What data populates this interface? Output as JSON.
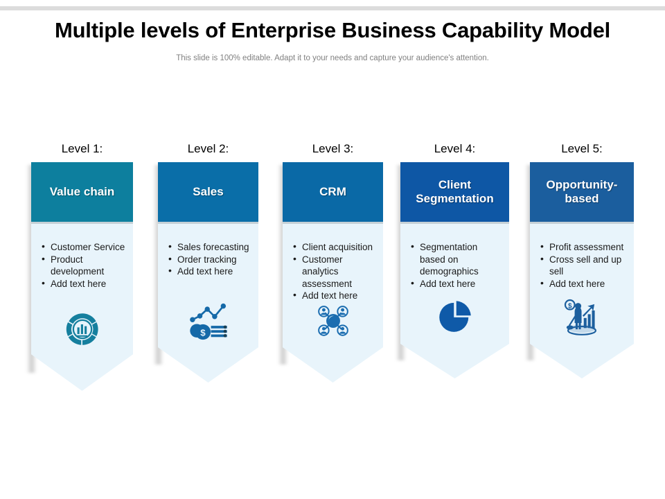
{
  "slide": {
    "title": "Multiple levels of Enterprise Business Capability Model",
    "subtitle": "This slide is 100% editable. Adapt it to your needs and capture your audience's attention.",
    "top_band_color": "#dcdcdc",
    "background_color": "#ffffff",
    "body_fill_color": "#e8f4fb"
  },
  "columns": [
    {
      "level_label": "Level 1:",
      "header_title": "Value chain",
      "header_color": "#0d7f9e",
      "icon_name": "cycle-bar-chart-icon",
      "icon_color": "#157f9e",
      "bullets": [
        "Customer Service",
        "Product development",
        "Add text here"
      ]
    },
    {
      "level_label": "Level 2:",
      "header_title": "Sales",
      "header_color": "#0a6ea8",
      "icon_name": "line-chart-coins-icon",
      "icon_color": "#1569a8",
      "bullets": [
        "Sales forecasting",
        "Order tracking",
        "Add text here"
      ]
    },
    {
      "level_label": "Level 3:",
      "header_title": "CRM",
      "header_color": "#0a69a6",
      "icon_name": "people-network-icon",
      "icon_color": "#1b6db0",
      "bullets": [
        "Client acquisition",
        "Customer analytics assessment",
        "Add text here"
      ]
    },
    {
      "level_label": "Level 4:",
      "header_title": "Client Segmentation",
      "header_color": "#0e57a5",
      "icon_name": "pie-chart-icon",
      "icon_color": "#0f5aa8",
      "bullets": [
        "Segmentation based on demographics",
        "Add text here"
      ]
    },
    {
      "level_label": "Level 5:",
      "header_title": "Opportunity-based",
      "header_color": "#1b5e9e",
      "icon_name": "growth-person-dollar-icon",
      "icon_color": "#1c5f9e",
      "bullets": [
        "Profit assessment",
        "Cross sell and up sell",
        "Add text here"
      ]
    }
  ]
}
